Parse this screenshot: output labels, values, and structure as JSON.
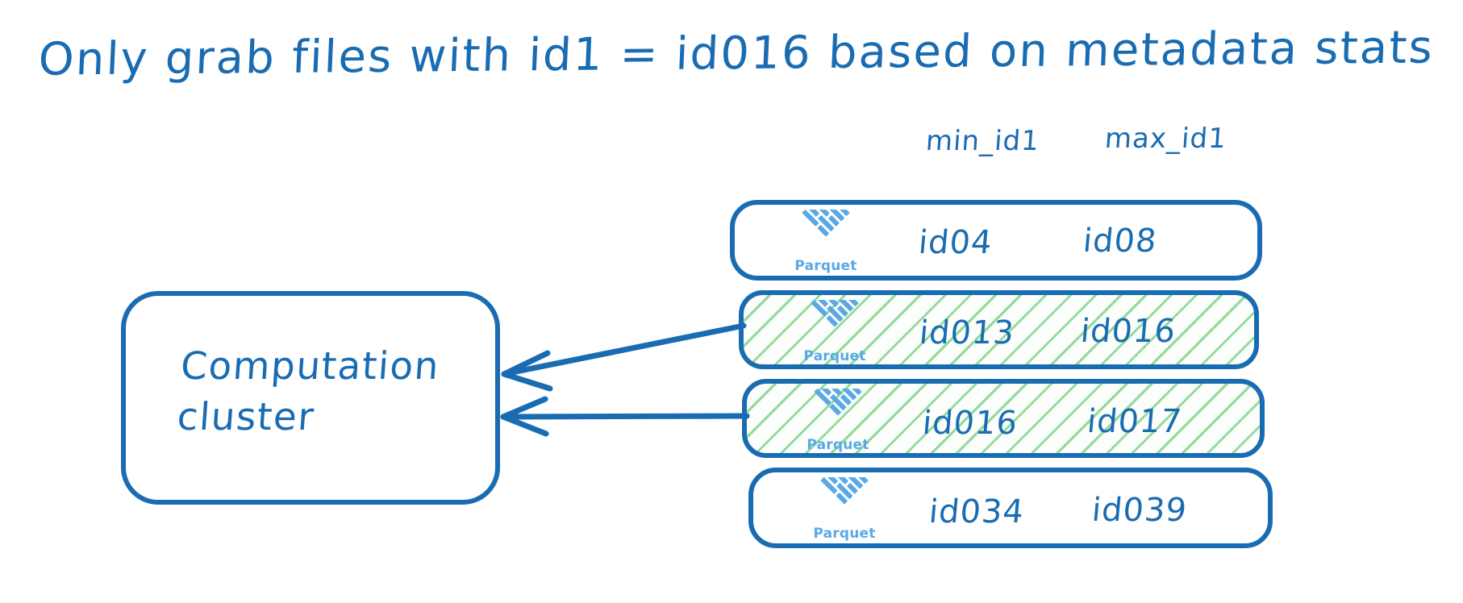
{
  "title": "Only grab files with id1 = id016 based on metadata stats",
  "columns": {
    "min_label": "min_id1",
    "max_label": "max_id1"
  },
  "cluster": {
    "label": "Computation\ncluster"
  },
  "logo": {
    "name": "parquet-logo",
    "caption": "Parquet"
  },
  "rows": [
    {
      "min": "id04",
      "max": "id08",
      "selected": false,
      "caption": "Parquet"
    },
    {
      "min": "id013",
      "max": "id016",
      "selected": true,
      "caption": "Parquet"
    },
    {
      "min": "id016",
      "max": "id017",
      "selected": true,
      "caption": "Parquet"
    },
    {
      "min": "id034",
      "max": "id039",
      "selected": false,
      "caption": "Parquet"
    }
  ],
  "arrows": [
    {
      "from_row": 1,
      "to": "computation-cluster"
    },
    {
      "from_row": 2,
      "to": "computation-cluster"
    }
  ],
  "colors": {
    "ink": "#1a6cb2",
    "logo_blue": "#5aa9e6",
    "highlight_green": "#8cd896",
    "background": "#ffffff"
  }
}
